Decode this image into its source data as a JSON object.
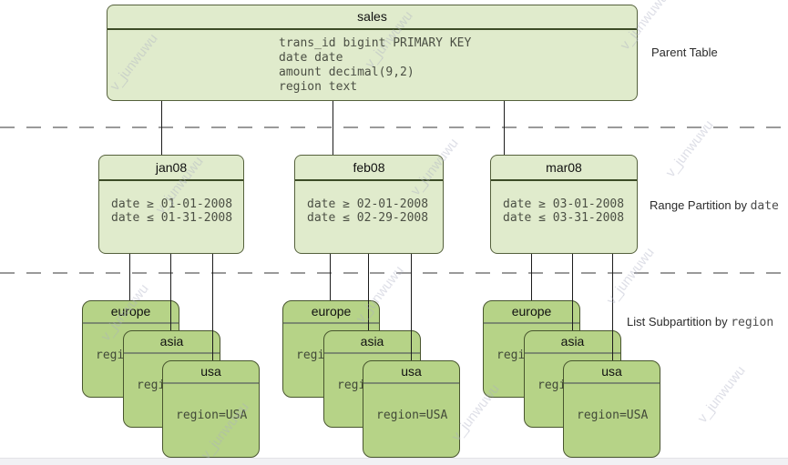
{
  "watermark": {
    "text": "v_junwuwu"
  },
  "parent_table": {
    "title": "sales",
    "columns": [
      "trans_id bigint PRIMARY KEY",
      "date date",
      "amount decimal(9,2)",
      "region text"
    ]
  },
  "partitions": [
    {
      "title": "jan08",
      "lines": [
        "date ≥ 01-01-2008",
        "date ≤ 01-31-2008"
      ]
    },
    {
      "title": "feb08",
      "lines": [
        "date ≥ 02-01-2008",
        "date ≤ 02-29-2008"
      ]
    },
    {
      "title": "mar08",
      "lines": [
        "date ≥ 03-01-2008",
        "date ≤ 03-31-2008"
      ]
    }
  ],
  "subpartition_groups": [
    {
      "cards": [
        {
          "title": "europe",
          "text": "regi"
        },
        {
          "title": "asia",
          "text": "regi"
        },
        {
          "title": "usa",
          "text": "region=USA"
        }
      ]
    },
    {
      "cards": [
        {
          "title": "europe",
          "text": "regi"
        },
        {
          "title": "asia",
          "text": "regi"
        },
        {
          "title": "usa",
          "text": "region=USA"
        }
      ]
    },
    {
      "cards": [
        {
          "title": "europe",
          "text": "regi"
        },
        {
          "title": "asia",
          "text": "regi"
        },
        {
          "title": "usa",
          "text": "region=USA"
        }
      ]
    }
  ],
  "labels": {
    "parent_table": "Parent Table",
    "range_partition_prefix": "Range Partition by ",
    "range_partition_code": "date",
    "list_subpartition_prefix": "List Subpartition by ",
    "list_subpartition_code": "region"
  },
  "colors": {
    "box_fill": "#e0ebcc",
    "box_border": "#55613c",
    "title_separator": "#3c4b26",
    "card_fill": "#b6d387",
    "card_separator": "#7b8a6e",
    "connector": "#1c1c1c",
    "dashed_line": "#9a9a9a"
  }
}
